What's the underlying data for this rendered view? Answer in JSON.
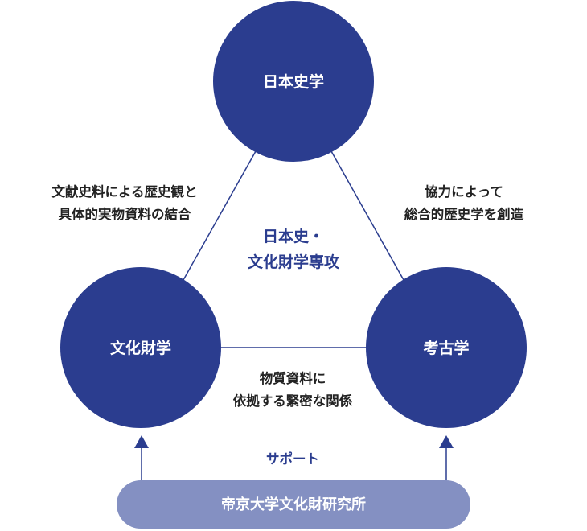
{
  "colors": {
    "circle": "#2b3d8f",
    "line": "#2b3d8f",
    "arrow": "#2b3d8f",
    "accent_text": "#2b3d8f",
    "bar": "#8490c2",
    "body_text": "#222222"
  },
  "nodes": {
    "top": "日本史学",
    "left": "文化財学",
    "right": "考古学"
  },
  "center": {
    "line1": "日本史・",
    "line2": "文化財学専攻"
  },
  "relations": {
    "left": [
      "文献史料による歴史観と",
      "具体的実物資料の結合"
    ],
    "right": [
      "協力によって",
      "総合的歴史学を創造"
    ],
    "bottom": [
      "物質資料に",
      "依拠する緊密な関係"
    ]
  },
  "support": {
    "label": "サポート",
    "institute": "帝京大学文化財研究所"
  }
}
